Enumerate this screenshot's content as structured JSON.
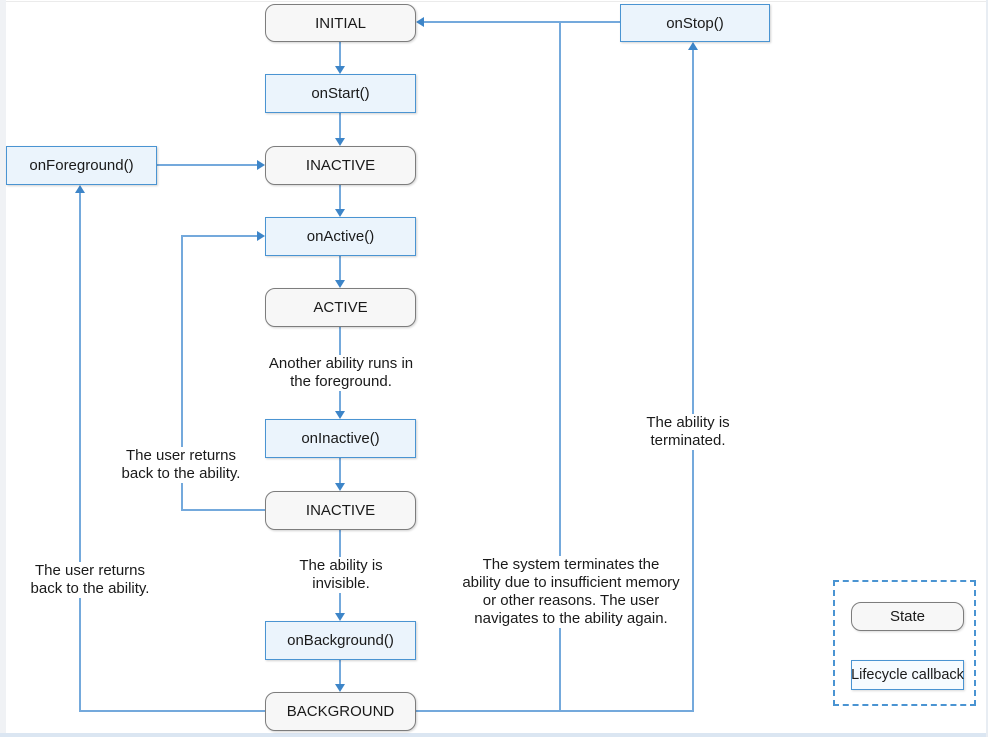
{
  "colors": {
    "line": "#74a9dc",
    "arrowhead": "#3d85c8",
    "state_fill": "#f7f7f7",
    "state_border": "#7d7d7d",
    "callback_fill": "#ebf4fc",
    "callback_border": "#4a94d2",
    "legend_dash": "#4a94d2",
    "text": "#1a1a1a"
  },
  "nodes": {
    "initial": "INITIAL",
    "on_start": "onStart()",
    "inactive_top": "INACTIVE",
    "on_active": "onActive()",
    "active": "ACTIVE",
    "on_inactive": "onInactive()",
    "inactive_bottom": "INACTIVE",
    "on_background": "onBackground()",
    "background": "BACKGROUND",
    "on_foreground": "onForeground()",
    "on_stop": "onStop()"
  },
  "annotations": {
    "another_ability": "Another ability runs in\nthe foreground.",
    "user_returns_inner": "The user returns\nback to the ability.",
    "ability_invisible": "The ability is\ninvisible.",
    "user_returns_outer": "The user returns\nback to the ability.",
    "ability_terminated": "The ability is\nterminated.",
    "system_terminates": "The system terminates the\nability due to insufficient memory\nor other reasons. The user\nnavigates to the ability again."
  },
  "legend": {
    "state": "State",
    "lifecycle_callback": "Lifecycle callback"
  }
}
